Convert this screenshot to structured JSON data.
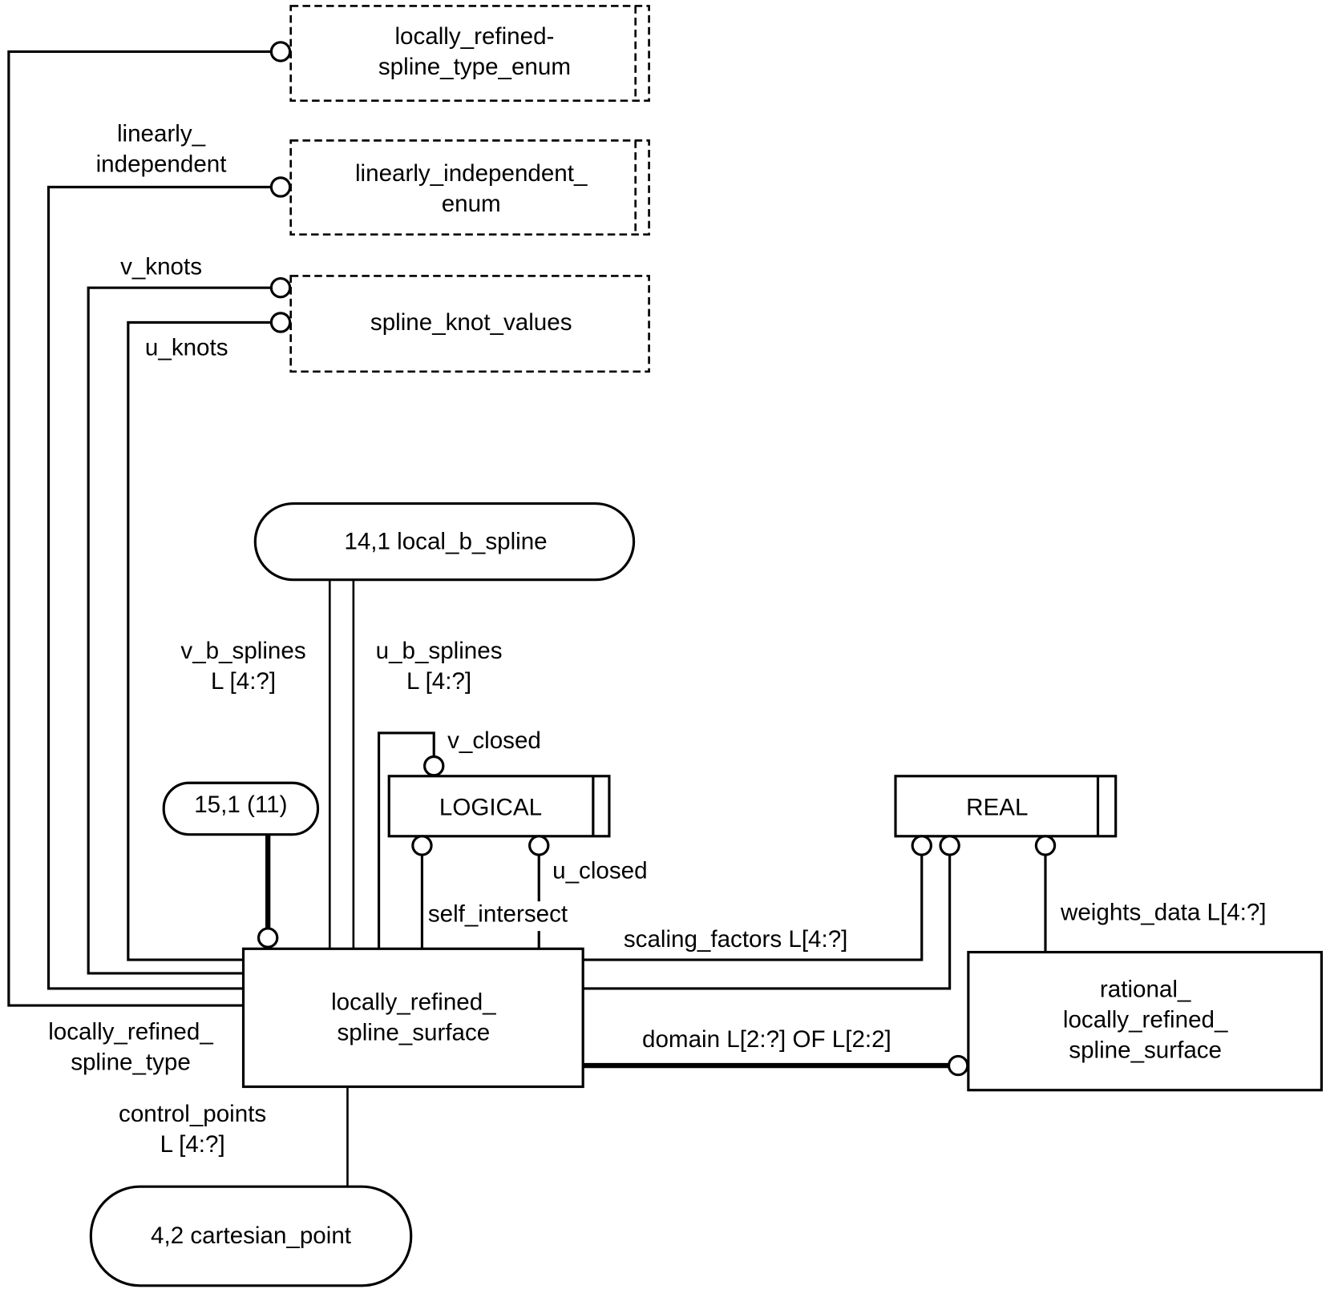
{
  "diagram": {
    "notation": "EXPRESS-G",
    "entities": {
      "main": [
        "locally_refined_",
        "spline_surface"
      ],
      "rational": [
        "rational_",
        "locally_refined_",
        "spline_surface"
      ]
    },
    "defined_types": {
      "spline_type_enum": [
        "locally_refined-",
        "spline_type_enum"
      ],
      "independent_enum": [
        "linearly_independent_",
        "enum"
      ],
      "knot_values": "spline_knot_values"
    },
    "simple_types": {
      "logical": "LOGICAL",
      "real": "REAL"
    },
    "page_refs": {
      "local_b_spline": "14,1 local_b_spline",
      "ref_15_1": "15,1 (11)",
      "cartesian_point": "4,2 cartesian_point"
    },
    "attributes": {
      "linearly_independent": [
        "linearly_",
        "independent"
      ],
      "v_knots": "v_knots",
      "u_knots": "u_knots",
      "v_b_splines": [
        "v_b_splines",
        "L [4:?]"
      ],
      "u_b_splines": [
        "u_b_splines",
        "L [4:?]"
      ],
      "v_closed": "v_closed",
      "u_closed": "u_closed",
      "self_intersect": "self_intersect",
      "scaling_factors": "scaling_factors L[4:?]",
      "weights_data": "weights_data L[4:?]",
      "domain": "domain L[2:?] OF L[2:2]",
      "locally_refined_spline_type": [
        "locally_refined_",
        "spline_type"
      ],
      "control_points": [
        "control_points",
        "L [4:?]"
      ]
    }
  }
}
